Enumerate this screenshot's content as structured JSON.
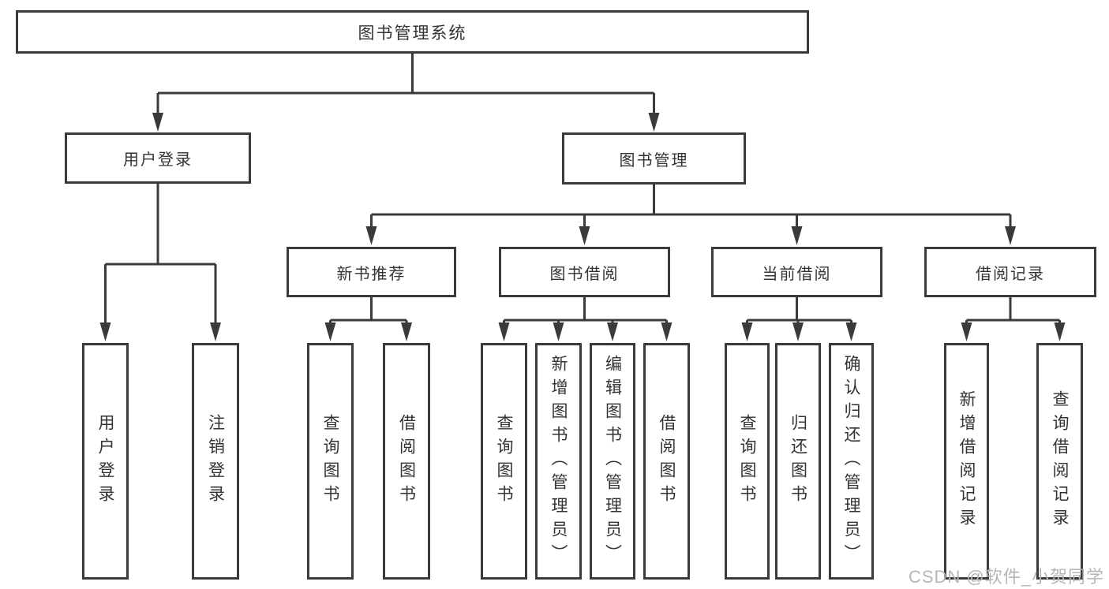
{
  "colors": {
    "line": "#3a3a3a",
    "boxfill": "#ffffff",
    "text": "#333333",
    "watermark": "#b6b6b6"
  },
  "tree": {
    "label": "图书管理系统",
    "children": [
      {
        "label": "用户登录",
        "children": [
          {
            "label": "用户登录"
          },
          {
            "label": "注销登录"
          }
        ]
      },
      {
        "label": "图书管理",
        "children": [
          {
            "label": "新书推荐",
            "children": [
              {
                "label": "查询图书"
              },
              {
                "label": "借阅图书"
              }
            ]
          },
          {
            "label": "图书借阅",
            "children": [
              {
                "label": "查询图书"
              },
              {
                "label": "新增图书（管理员）"
              },
              {
                "label": "编辑图书（管理员）"
              },
              {
                "label": "借阅图书"
              }
            ]
          },
          {
            "label": "当前借阅",
            "children": [
              {
                "label": "查询图书"
              },
              {
                "label": "归还图书"
              },
              {
                "label": "确认归还（管理员）"
              }
            ]
          },
          {
            "label": "借阅记录",
            "children": [
              {
                "label": "新增借阅记录"
              },
              {
                "label": "查询借阅记录"
              }
            ]
          }
        ]
      }
    ]
  },
  "watermark": "CSDN @软件_小贺同学"
}
